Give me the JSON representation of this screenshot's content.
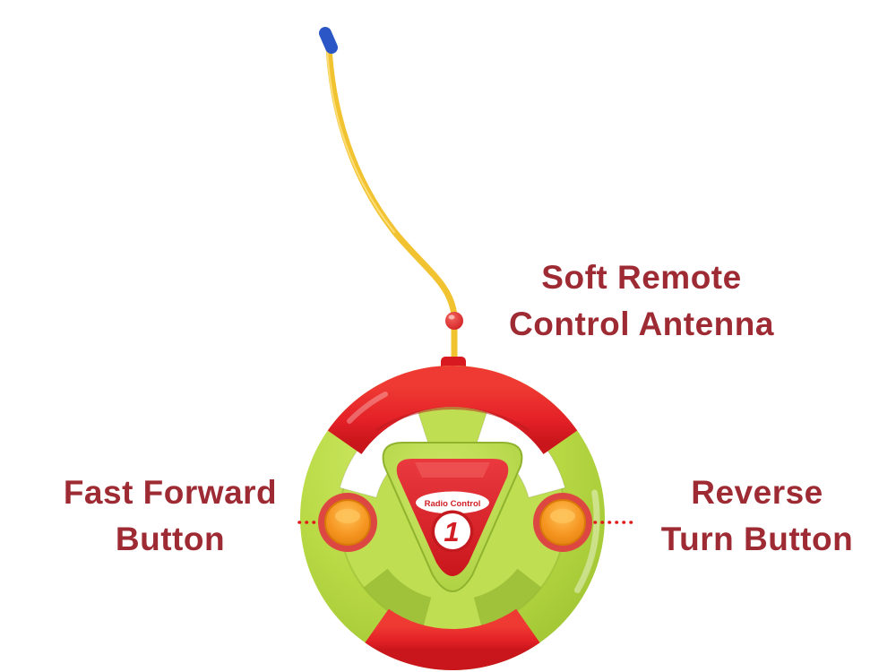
{
  "figure": {
    "background": "#ffffff",
    "description_names": [
      "soft-remote-control-antenna",
      "fast-forward-button",
      "reverse-turn-button"
    ]
  },
  "annotations": {
    "antenna_label": {
      "line1": "Soft Remote",
      "line2": "Control Antenna"
    },
    "fast_forward_label": {
      "line1": "Fast Forward",
      "line2": "Button"
    },
    "reverse_label": {
      "line1": "Reverse",
      "line2": "Turn Button"
    }
  },
  "toy": {
    "hub_label": "Radio Control",
    "hub_number": "1"
  },
  "colors": {
    "label_text": "#9e2b33",
    "leader_dots": "#e01b1b",
    "wheel_green": "#b5d843",
    "wheel_red": "#e42127",
    "button_orange": "#f5941f",
    "button_ring_red": "#dd4742",
    "antenna_yellow": "#f2c330",
    "antenna_tip_blue": "#2a56c6",
    "hub_text_red": "#d01e24"
  }
}
